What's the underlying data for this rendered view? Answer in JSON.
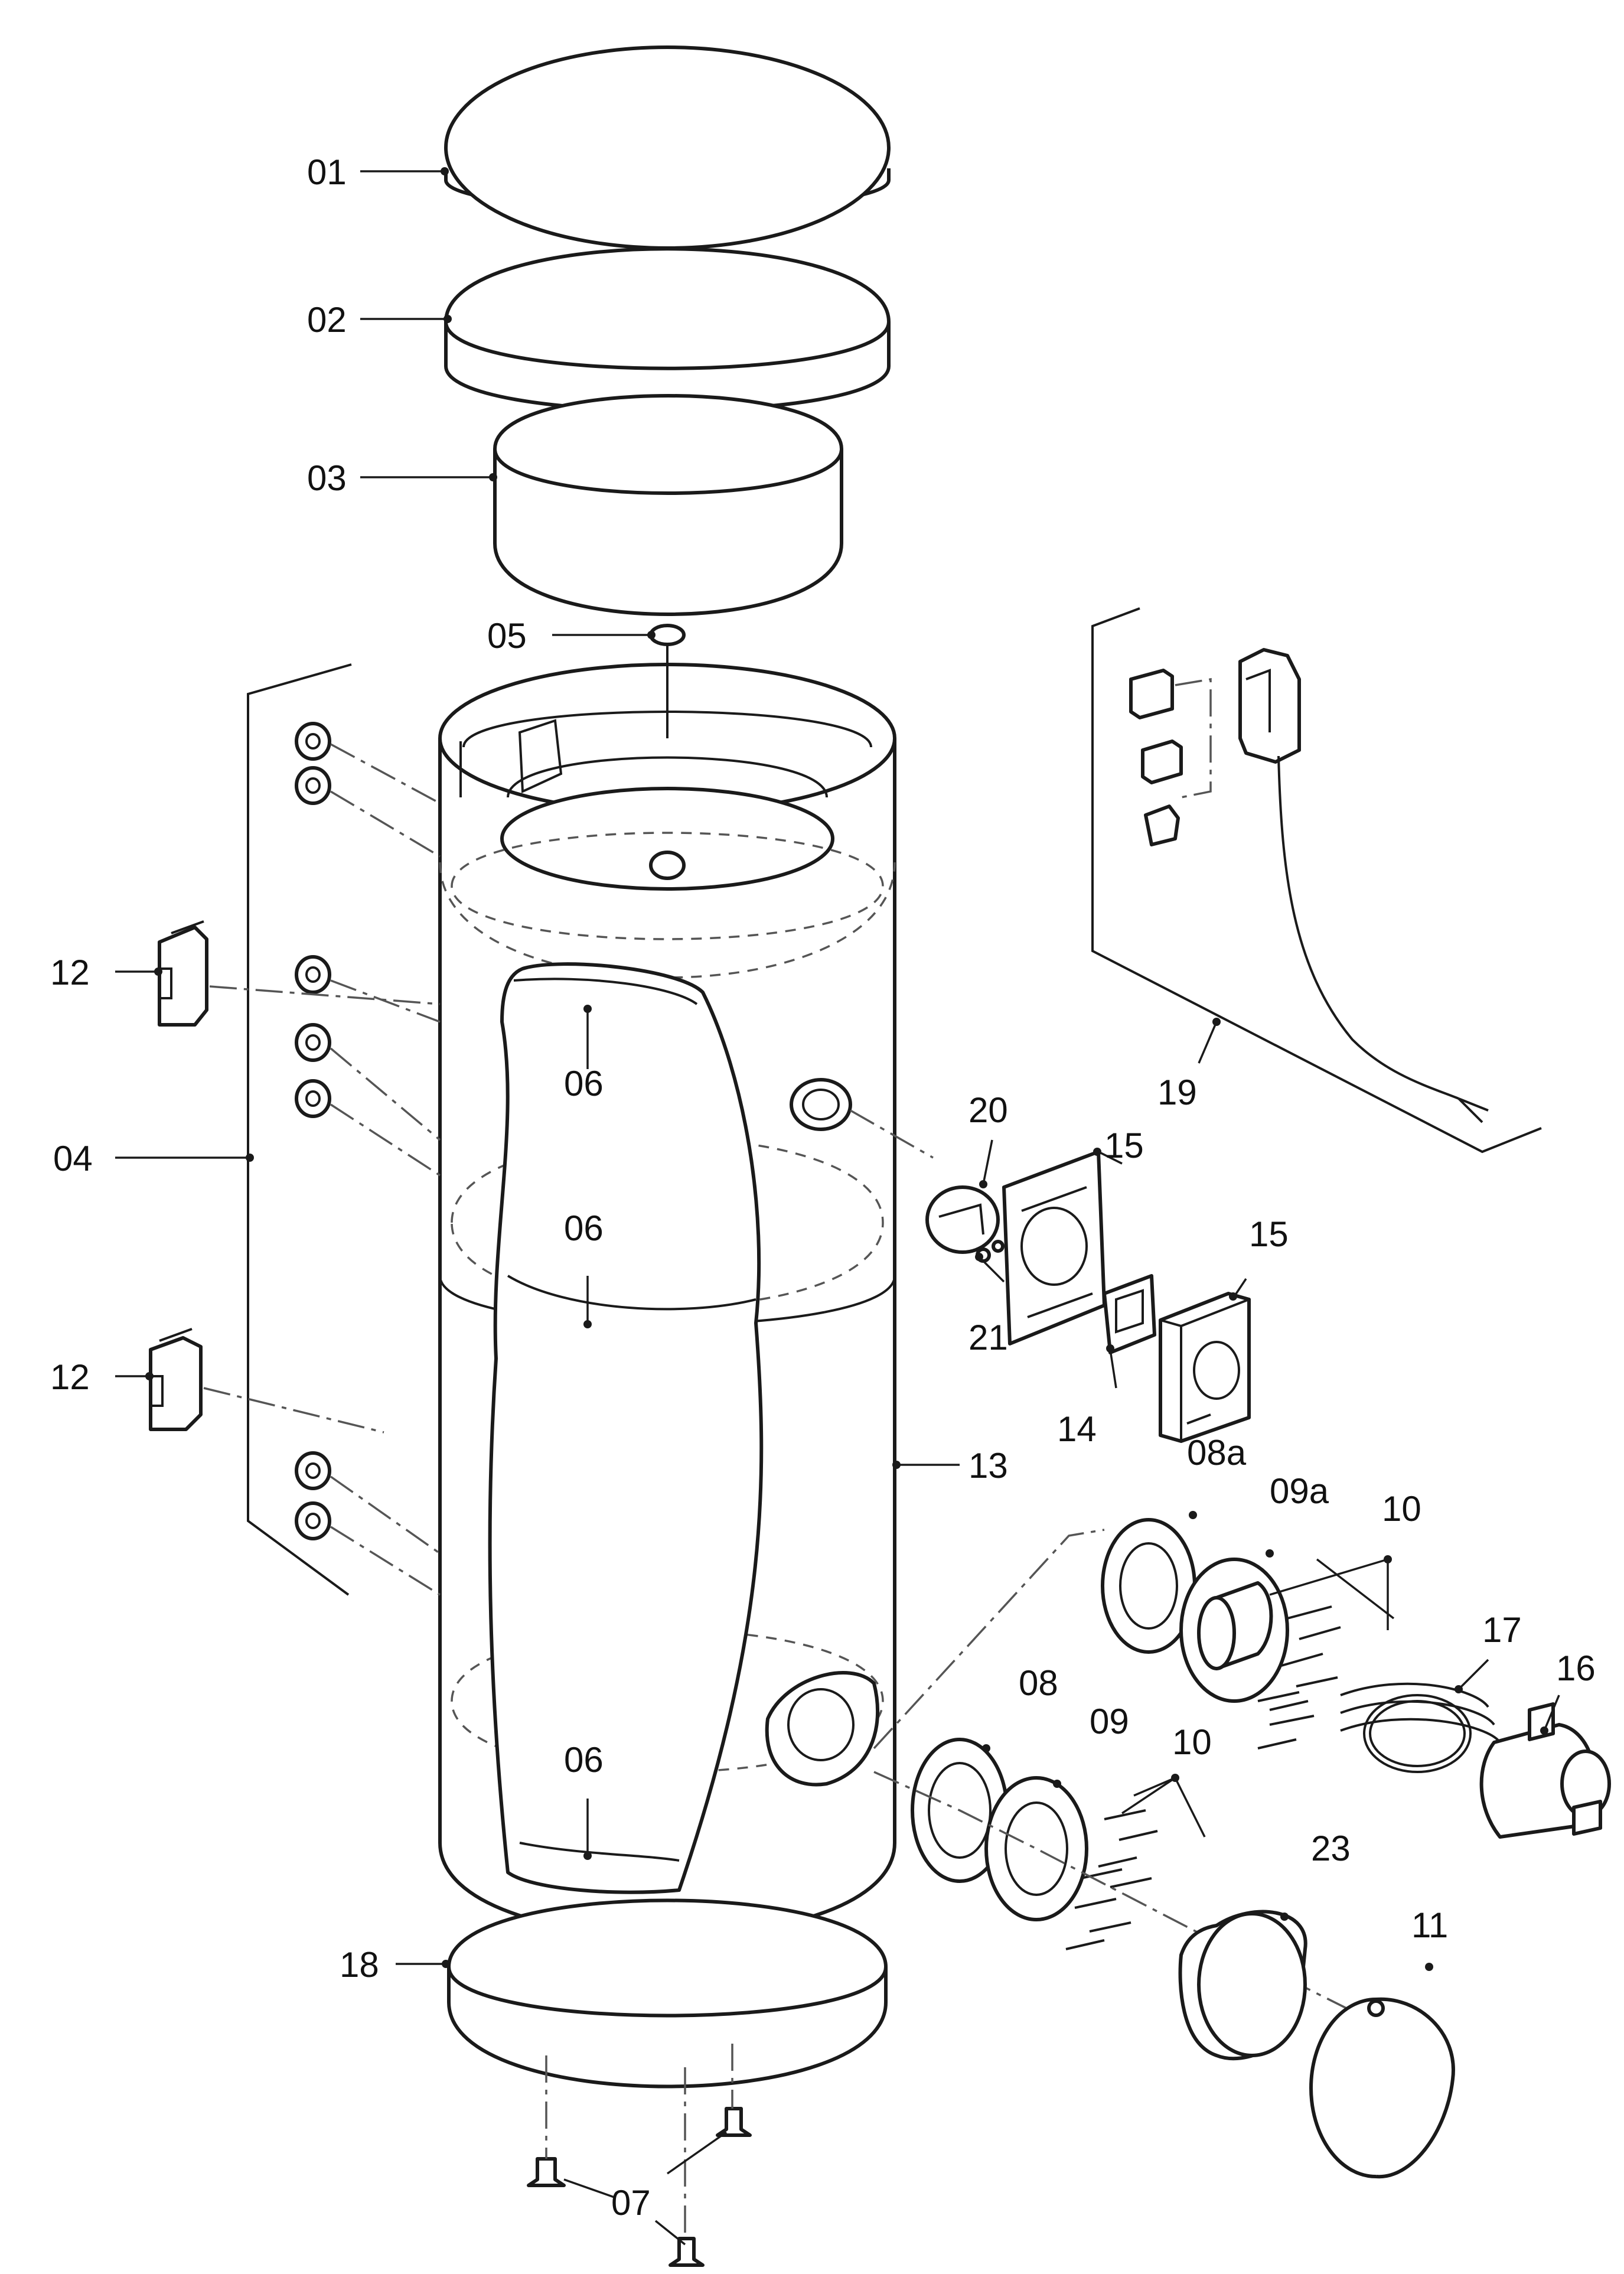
{
  "diagram": {
    "callouts": [
      "01",
      "02",
      "03",
      "05",
      "04",
      "12",
      "12",
      "06",
      "06",
      "06",
      "13",
      "20",
      "15",
      "15",
      "21",
      "14",
      "08a",
      "09a",
      "10",
      "17",
      "16",
      "08",
      "09",
      "10",
      "23",
      "11",
      "18",
      "07",
      "19"
    ],
    "colors": {
      "line": "#1a1a1a",
      "hidden": "#555555",
      "background": "#ffffff"
    }
  }
}
